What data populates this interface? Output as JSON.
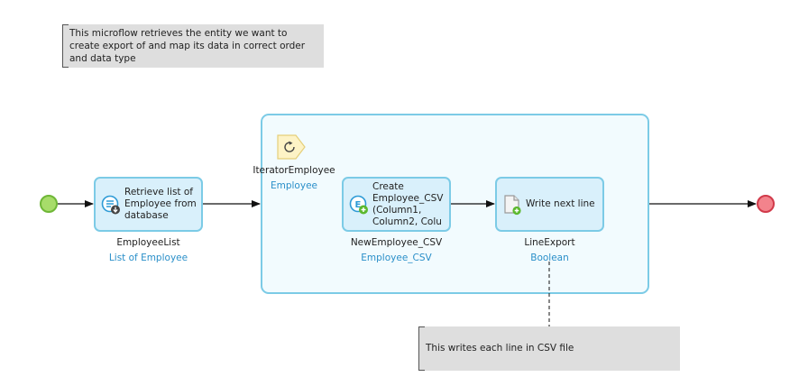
{
  "notes": {
    "top": "This microflow retrieves the entity we want to create export of and map its data in correct order and data type",
    "bottom": "This writes each line in CSV file"
  },
  "loop": {
    "icon": "loop-icon",
    "name": "IteratorEmployee",
    "type": "Employee"
  },
  "activities": {
    "retrieve": {
      "icon": "retrieve-database-icon",
      "label": "Retrieve list of Employee from database",
      "name": "EmployeeList",
      "type": "List of Employee"
    },
    "create": {
      "icon": "create-object-icon",
      "label": "Create Employee_CSV (Column1, Column2, Colu",
      "name": "NewEmployee_CSV",
      "type": "Employee_CSV"
    },
    "write": {
      "icon": "java-action-icon",
      "label": "Write next line",
      "name": "LineExport",
      "type": "Boolean"
    }
  },
  "colors": {
    "activity_border": "#7ccbe6",
    "activity_fill": "#d9f0fb",
    "type_text": "#2a8fc9",
    "start": "#a7dc6a",
    "end": "#f3838c"
  }
}
